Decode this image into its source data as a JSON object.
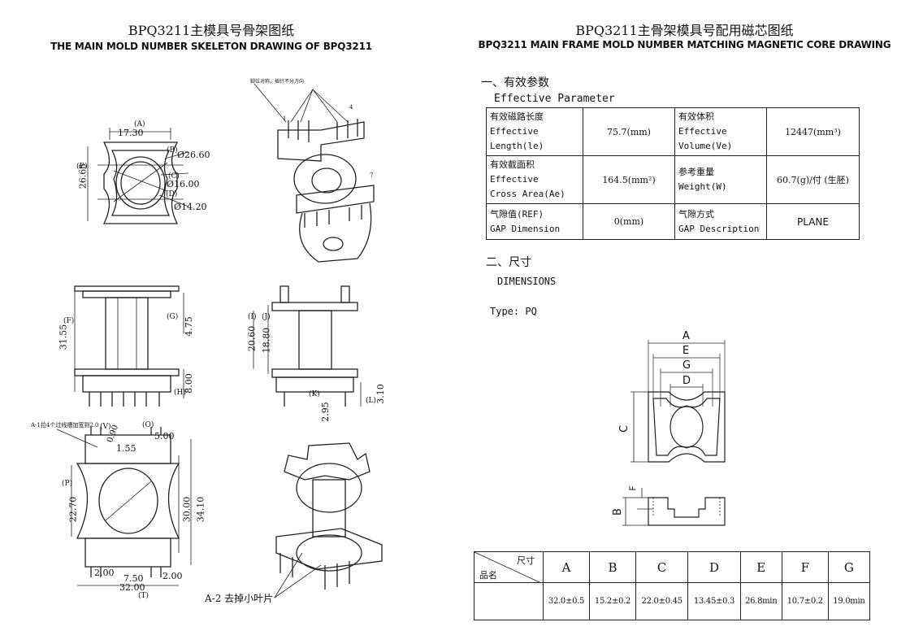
{
  "left": {
    "title_cn": "BPQ3211主模具号骨架图纸",
    "title_en": "THE MAIN MOLD NUMBER SKELETON DRAWING OF BPQ3211",
    "top_view": {
      "d_a": "17.30",
      "l_a": "(A)",
      "d_e": "26.65",
      "l_e": "(E)",
      "d_b": "Ø26.60",
      "l_b": "(B)",
      "d_c": "Ø16.00",
      "l_c": "(C)",
      "d_d": "Ø14.20",
      "l_d": "(D)"
    },
    "iso_top": {
      "note": "脚位对称，插针不分方向",
      "p1": "1",
      "p4": "4",
      "p7": "7"
    },
    "front_view": {
      "d_f": "31.55",
      "l_f": "(F)",
      "d_g": "4.75",
      "l_g": "(G)",
      "d_h": "8.00",
      "l_h": "(H)"
    },
    "side_view": {
      "d_i": "20.60",
      "l_i": "(I)",
      "d_j": "18.80",
      "l_j": "(J)",
      "d_k": "2.95",
      "l_k": "(K)",
      "d_l": "3.10",
      "l_l": "(L)"
    },
    "bottom_view": {
      "note_a1": "A-1拉4个过线槽加宽到2.0",
      "d_v": "0.90",
      "l_v": "(V)",
      "d_o": "5.00",
      "l_o": "(O)",
      "d_r": "1.55",
      "d_p": "22.70",
      "l_p": "(P)",
      "d_30": "30.00",
      "d_34": "34.10",
      "d_2a": "2.00",
      "d_2b": "2.00",
      "d_75": "7.50",
      "d_32": "32.00",
      "l_t": "(T)"
    },
    "note_a2": "A-2 去掉小叶片"
  },
  "right": {
    "title_cn": "BPQ3211主骨架模具号配用磁芯图纸",
    "title_en": "BPQ3211 MAIN FRAME MOLD NUMBER MATCHING MAGNETIC CORE DRAWING",
    "sec1_cn": "一、有效参数",
    "sec1_en": "Effective Parameter",
    "params": {
      "r1": {
        "l1_cn": "有效磁路长度",
        "l1_en1": "Effective",
        "l1_en2": "Length(le)",
        "v1": "75.7(mm)",
        "l2_cn": "有效体积",
        "l2_en1": "Effective",
        "l2_en2": "Volume(Ve)",
        "v2": "12447(mm³)"
      },
      "r2": {
        "l1_cn": "有效截面积",
        "l1_en1": "Effective",
        "l1_en2": "Cross Area(Ae)",
        "v1": "164.5(mm²)",
        "l2_cn": "参考重量",
        "l2_en": "Weight(W)",
        "v2": "60.7(g)/付 (生胚)"
      },
      "r3": {
        "l1_cn": "气隙值(REF)",
        "l1_en": "GAP Dimension",
        "v1": "0(mm)",
        "l2_cn": "气隙方式",
        "l2_en": "GAP Description",
        "v2": "PLANE"
      }
    },
    "sec2_cn": "二、尺寸",
    "sec2_en": "DIMENSIONS",
    "type_label": "Type: PQ",
    "core_labels": {
      "a": "A",
      "e": "E",
      "g": "G",
      "d": "D",
      "c": "C",
      "f": "F",
      "b": "B"
    },
    "dims_table": {
      "header_top": "尺寸",
      "header_bottom": "品名",
      "columns": [
        "A",
        "B",
        "C",
        "D",
        "E",
        "F",
        "G"
      ],
      "values": [
        "32.0±0.5",
        "15.2±0.2",
        "22.0±0.45",
        "13.45±0.3",
        "26.8min",
        "10.7±0.2",
        "19.0min"
      ]
    }
  }
}
